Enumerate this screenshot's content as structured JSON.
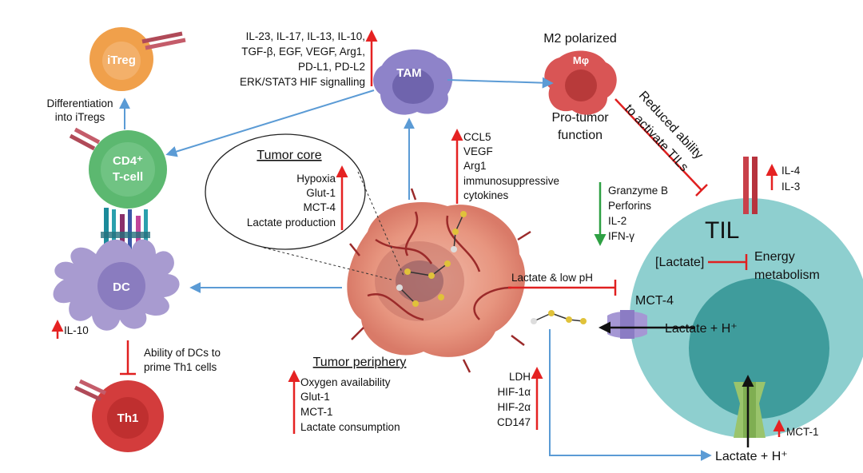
{
  "colors": {
    "arrow_blue": "#5b9bd5",
    "inhibit_red": "#e02020",
    "up_red": "#e52222",
    "down_green": "#2ea043",
    "itreg": "#f0a04b",
    "cd4": "#5cb870",
    "dc": "#a89bd0",
    "th1": "#d33c3c",
    "tam": "#8e83c9",
    "m2": "#d95555",
    "til": "#8ecfcf",
    "til_nucleus": "#3f9c9c",
    "tumor": "#e79a86"
  },
  "cells": {
    "itreg": "iTreg",
    "cd4_line1": "CD4⁺",
    "cd4_line2": "T-cell",
    "dc": "DC",
    "th1": "Th1",
    "tam": "TAM",
    "m2_title": "M2 polarized",
    "m2_symbol": "Mφ",
    "til": "TIL"
  },
  "labels": {
    "differentiation_line1": "Differentiation",
    "differentiation_line2": "into iTregs",
    "tam_factors": [
      "IL-23, IL-17, IL-13, IL-10,",
      "TGF-β, EGF, VEGF, Arg1,",
      "PD-L1, PD-L2",
      "ERK/STAT3 HIF signalling"
    ],
    "pro_tumor_line1": "Pro-tumor",
    "pro_tumor_line2": "function",
    "reduced_line1": "Reduced ability",
    "reduced_line2": "to activate TILs",
    "tumor_core_title": "Tumor core",
    "tumor_core_items": [
      "Hypoxia",
      "Glut-1",
      "MCT-4",
      "Lactate production"
    ],
    "tumor_secreted": [
      "CCL5",
      "VEGF",
      "Arg1",
      "immunosuppressive",
      "cytokines"
    ],
    "til_down": [
      "Granzyme B",
      "Perforins",
      "IL-2",
      "IFN-γ"
    ],
    "til_up": [
      "IL-4",
      "IL-3"
    ],
    "lactate_low_ph": "Lactate & low pH",
    "lactate_box": "[Lactate]",
    "energy_line1": "Energy",
    "energy_line2": "metabolism",
    "mct4": "MCT-4",
    "lactate_h_in": "Lactate + H⁺",
    "lactate_h_out": "Lactate + H⁺",
    "mct1": "MCT-1",
    "il10": "IL-10",
    "dc_ability_line1": "Ability of DCs to",
    "dc_ability_line2": "prime Th1 cells",
    "tumor_periphery_title": "Tumor periphery",
    "tumor_periphery_items": [
      "Oxygen availability",
      "Glut-1",
      "MCT-1",
      "Lactate consumption"
    ],
    "ldh_items": [
      "LDH",
      "HIF-1α",
      "HIF-2α",
      "CD147"
    ]
  }
}
